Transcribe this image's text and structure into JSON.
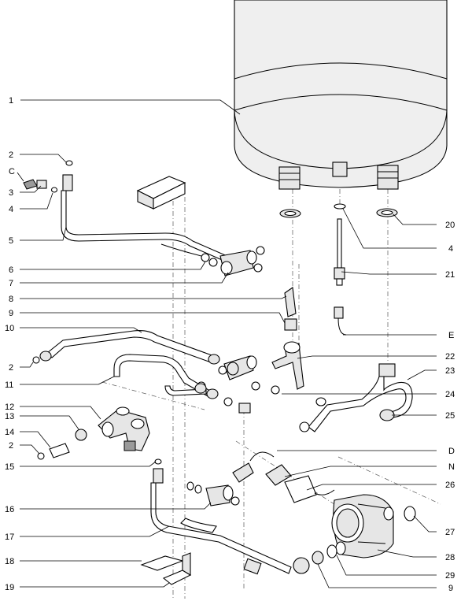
{
  "callouts": {
    "c1": "1",
    "c2a": "2",
    "c_c": "C",
    "c3": "3",
    "c4a": "4",
    "c5": "5",
    "c6": "6",
    "c7": "7",
    "c8": "8",
    "c9a": "9",
    "c10": "10",
    "c2b": "2",
    "c11": "11",
    "c12": "12",
    "c13": "13",
    "c14": "14",
    "c2c": "2",
    "c15": "15",
    "c16": "16",
    "c17": "17",
    "c18": "18",
    "c19": "19",
    "c20": "20",
    "c4b": "4",
    "c21": "21",
    "c_e": "E",
    "c22": "22",
    "c23": "23",
    "c24": "24",
    "c25": "25",
    "c_d": "D",
    "c_n": "N",
    "c26": "26",
    "c27": "27",
    "c28": "28",
    "c29": "29",
    "c9b": "9"
  }
}
